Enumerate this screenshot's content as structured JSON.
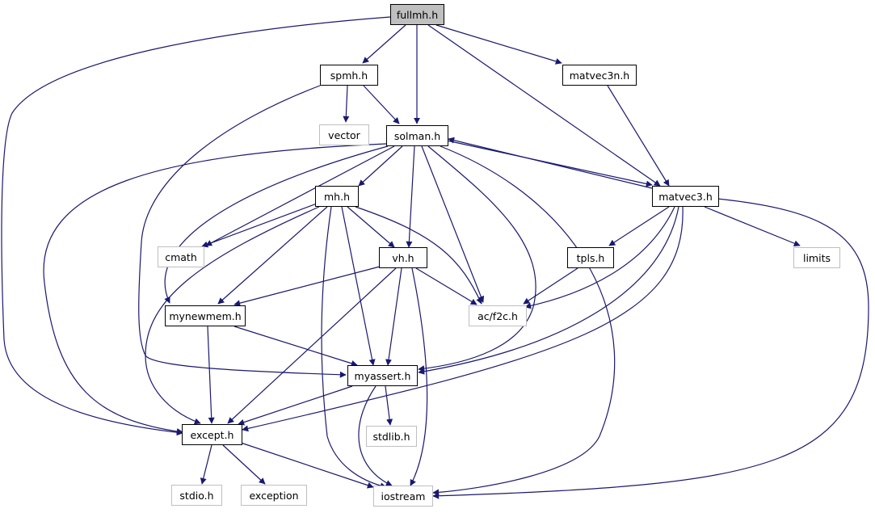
{
  "colors": {
    "edge": "#191970",
    "root_fill": "#bfbfbf",
    "doc_border": "#000000",
    "sys_border": "#bfbfbf"
  },
  "nodes": [
    {
      "id": "fullmh",
      "label": "fullmh.h",
      "kind": "root"
    },
    {
      "id": "spmh",
      "label": "spmh.h",
      "kind": "doc"
    },
    {
      "id": "matvec3n",
      "label": "matvec3n.h",
      "kind": "doc"
    },
    {
      "id": "vector",
      "label": "vector",
      "kind": "sys"
    },
    {
      "id": "solman",
      "label": "solman.h",
      "kind": "doc"
    },
    {
      "id": "matvec3",
      "label": "matvec3.h",
      "kind": "doc"
    },
    {
      "id": "mh",
      "label": "mh.h",
      "kind": "doc"
    },
    {
      "id": "cmath",
      "label": "cmath",
      "kind": "sys"
    },
    {
      "id": "vh",
      "label": "vh.h",
      "kind": "doc"
    },
    {
      "id": "tpls",
      "label": "tpls.h",
      "kind": "doc"
    },
    {
      "id": "limits",
      "label": "limits",
      "kind": "sys"
    },
    {
      "id": "mynewmem",
      "label": "mynewmem.h",
      "kind": "doc"
    },
    {
      "id": "acf2c",
      "label": "ac/f2c.h",
      "kind": "sys"
    },
    {
      "id": "myassert",
      "label": "myassert.h",
      "kind": "doc"
    },
    {
      "id": "stdlib",
      "label": "stdlib.h",
      "kind": "sys"
    },
    {
      "id": "except",
      "label": "except.h",
      "kind": "doc"
    },
    {
      "id": "stdio",
      "label": "stdio.h",
      "kind": "sys"
    },
    {
      "id": "exception",
      "label": "exception",
      "kind": "sys"
    },
    {
      "id": "iostream",
      "label": "iostream",
      "kind": "sys"
    }
  ]
}
